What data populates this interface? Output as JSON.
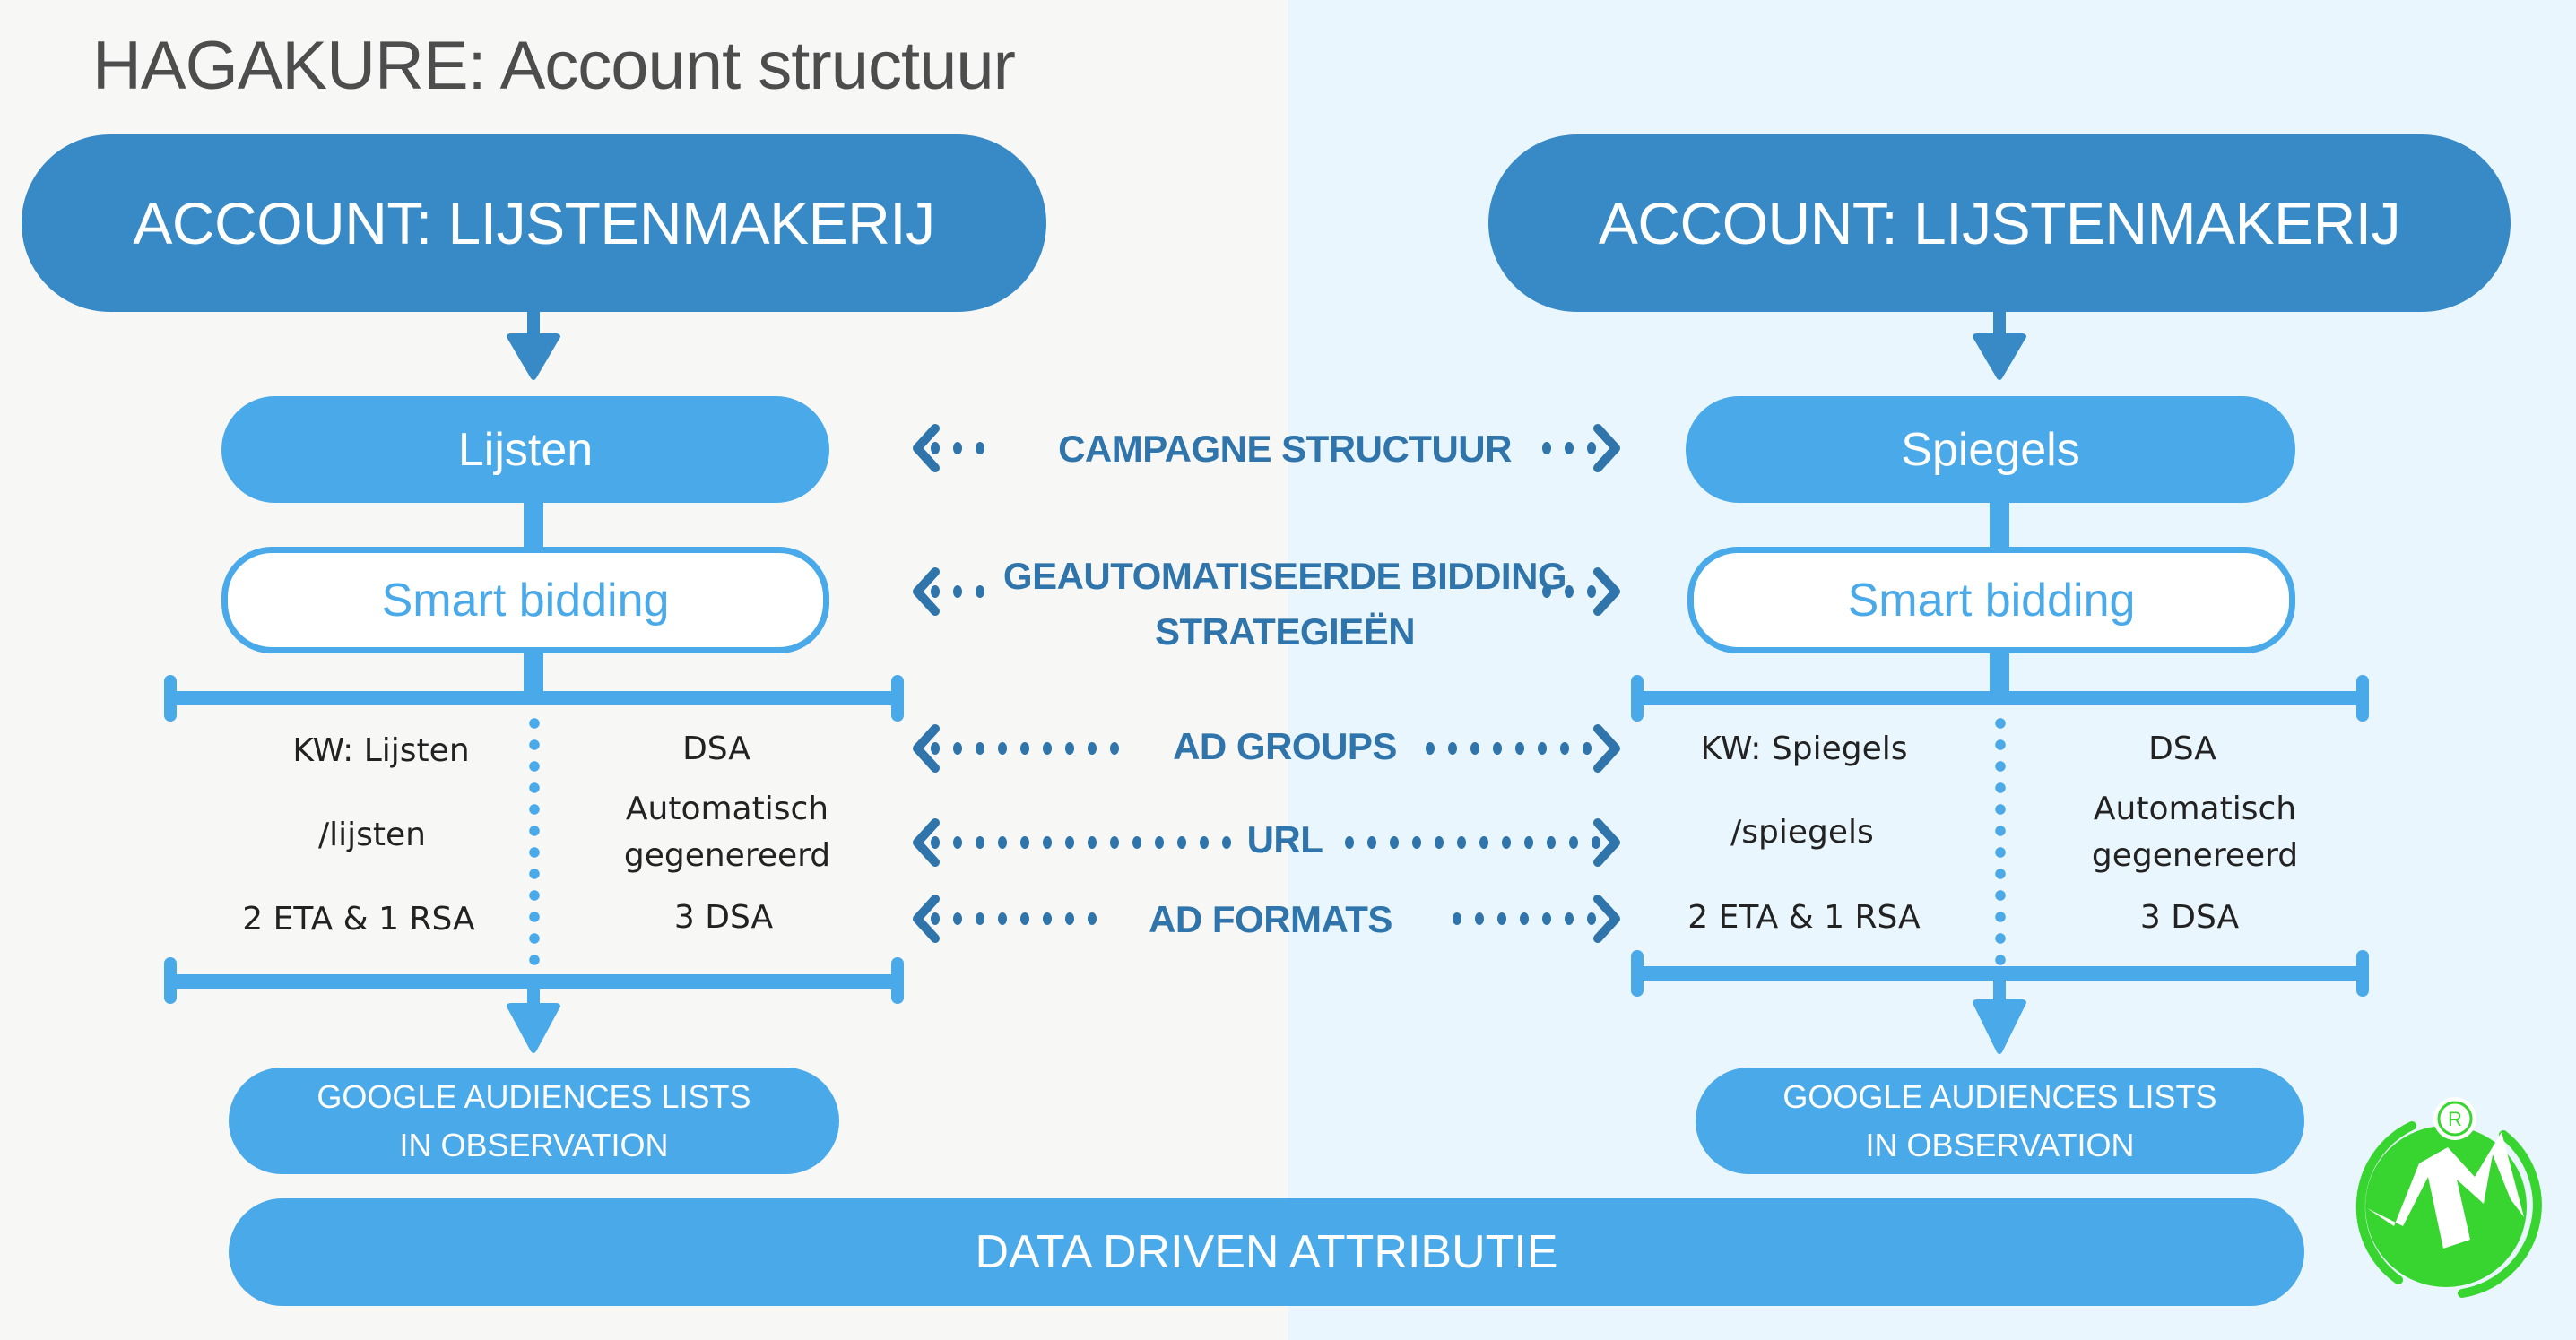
{
  "title": "HAGAKURE: Account structuur",
  "left": {
    "account": "ACCOUNT: LIJSTENMAKERIJ",
    "campaign": "Lijsten",
    "bidding": "Smart bidding",
    "adgroup_kw": "KW: Lijsten",
    "adgroup_dsa": "DSA",
    "url_kw": "/lijsten",
    "url_dsa": [
      "Automatisch",
      "gegenereerd"
    ],
    "ads_kw": "2 ETA & 1 RSA",
    "ads_dsa": "3 DSA",
    "audiences": [
      "GOOGLE AUDIENCES LISTS",
      "IN OBSERVATION"
    ]
  },
  "right": {
    "account": "ACCOUNT: LIJSTENMAKERIJ",
    "campaign": "Spiegels",
    "bidding": "Smart bidding",
    "adgroup_kw": "KW: Spiegels",
    "adgroup_dsa": "DSA",
    "url_kw": "/spiegels",
    "url_dsa": [
      "Automatisch",
      "gegenereerd"
    ],
    "ads_kw": "2 ETA & 1 RSA",
    "ads_dsa": "3 DSA",
    "audiences": [
      "GOOGLE AUDIENCES LISTS",
      "IN OBSERVATION"
    ]
  },
  "middle": {
    "campaign_structure": "CAMPAGNE STRUCTUUR",
    "bidding": [
      "GEAUTOMATISEERDE BIDDING",
      "STRATEGIEËN"
    ],
    "ad_groups": "AD GROUPS",
    "url": "URL",
    "ad_formats": "AD FORMATS"
  },
  "footer": "DATA DRIVEN ATTRIBUTIE",
  "logo": {
    "text": "MM",
    "registered": "R",
    "color": "#38d430"
  },
  "colors": {
    "account": "#388ac7",
    "primary": "#49a9e9",
    "label": "#2f74aa",
    "left_bg": "#f7f7f6",
    "right_bg": "#e9f6fd"
  }
}
